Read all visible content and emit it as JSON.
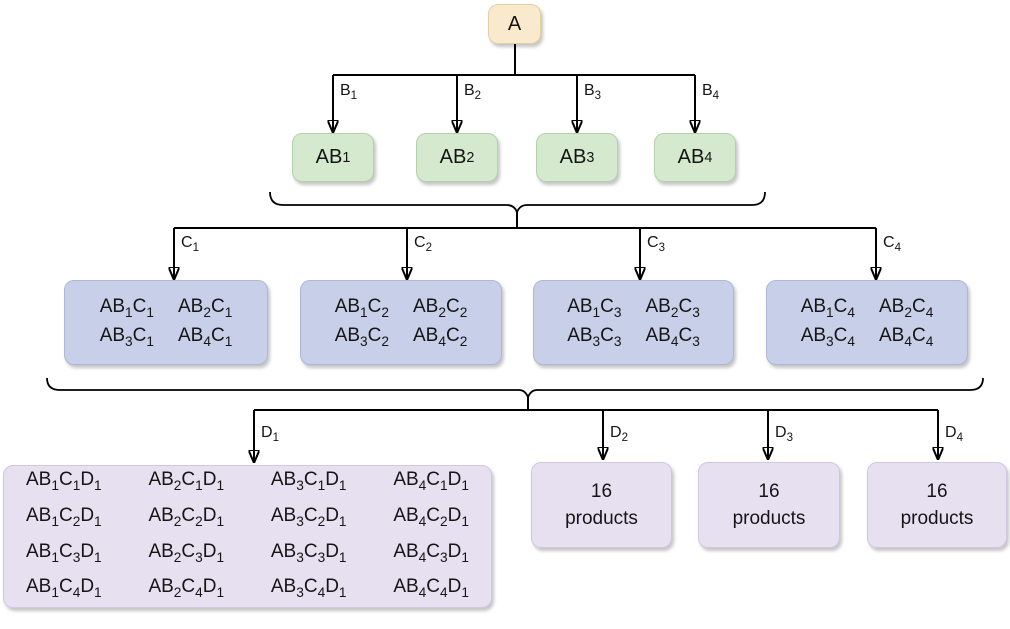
{
  "diagram": {
    "title_hint": "combinatorial-products-tree",
    "root": {
      "label": "A"
    },
    "level_b": {
      "branch_labels": [
        "B_1",
        "B_2",
        "B_3",
        "B_4"
      ],
      "boxes": [
        "AB_1",
        "AB_2",
        "AB_3",
        "AB_4"
      ]
    },
    "level_c": {
      "branch_labels": [
        "C_1",
        "C_2",
        "C_3",
        "C_4"
      ],
      "boxes": [
        {
          "items": [
            "AB_1C_1",
            "AB_2C_1",
            "AB_3C_1",
            "AB_4C_1"
          ]
        },
        {
          "items": [
            "AB_1C_2",
            "AB_2C_2",
            "AB_3C_2",
            "AB_4C_2"
          ]
        },
        {
          "items": [
            "AB_1C_3",
            "AB_2C_3",
            "AB_3C_3",
            "AB_4C_3"
          ]
        },
        {
          "items": [
            "AB_1C_4",
            "AB_2C_4",
            "AB_3C_4",
            "AB_4C_4"
          ]
        }
      ]
    },
    "level_d": {
      "branch_labels": [
        "D_1",
        "D_2",
        "D_3",
        "D_4"
      ],
      "d1_box": {
        "items": [
          "AB_1C_1D_1",
          "AB_2C_1D_1",
          "AB_3C_1D_1",
          "AB_4C_1D_1",
          "AB_1C_2D_1",
          "AB_2C_2D_1",
          "AB_3C_2D_1",
          "AB_4C_2D_1",
          "AB_1C_3D_1",
          "AB_2C_3D_1",
          "AB_3C_3D_1",
          "AB_4C_3D_1",
          "AB_1C_4D_1",
          "AB_2C_4D_1",
          "AB_3C_4D_1",
          "AB_4C_4D_1"
        ]
      },
      "summary_boxes": [
        "16\nproducts",
        "16\nproducts",
        "16\nproducts"
      ]
    },
    "colors": {
      "root_fill": "#faeacd",
      "root_border": "#e3cfa4",
      "b_fill": "#d4e9cd",
      "b_border": "#b4d1aa",
      "c_fill": "#c8cfe8",
      "c_border": "#aeb7d8",
      "d_fill": "#e7e0f0",
      "d_border": "#d2c7e0",
      "line": "#000000",
      "text": "#151515"
    }
  }
}
